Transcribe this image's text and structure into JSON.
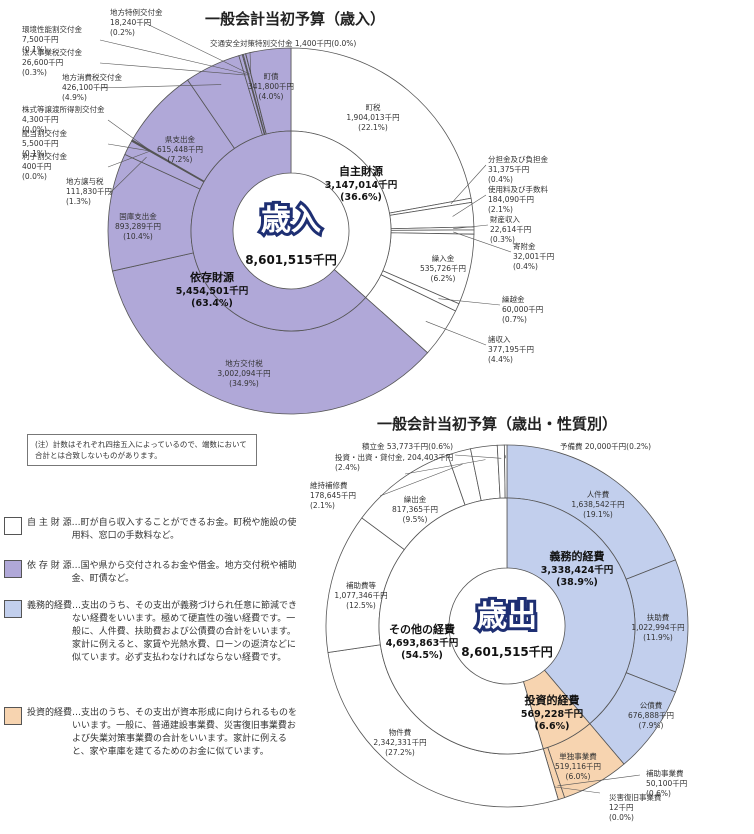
{
  "chart_data": [
    {
      "type": "pie",
      "title": "一般会計当初予算（歳入）",
      "center_label": "歳入",
      "total": "8,601,515千円",
      "groups": [
        {
          "name": "自主財源",
          "value": "3,147,014千円",
          "percent": "(36.6%)"
        },
        {
          "name": "依存財源",
          "value": "5,454,501千円",
          "percent": "(63.4%)"
        }
      ],
      "series": [
        {
          "name": "町税",
          "value": 1904013,
          "value_label": "1,904,013千円",
          "percent_label": "(22.1%)",
          "group": "自主財源"
        },
        {
          "name": "分担金及び負担金",
          "value": 31375,
          "value_label": "31,375千円",
          "percent_label": "(0.4%)",
          "group": "自主財源"
        },
        {
          "name": "使用料及び手数料",
          "value": 184090,
          "value_label": "184,090千円",
          "percent_label": "(2.1%)",
          "group": "自主財源"
        },
        {
          "name": "財産収入",
          "value": 22614,
          "value_label": "22,614千円",
          "percent_label": "(0.3%)",
          "group": "自主財源"
        },
        {
          "name": "寄附金",
          "value": 32001,
          "value_label": "32,001千円",
          "percent_label": "(0.4%)",
          "group": "自主財源"
        },
        {
          "name": "繰入金",
          "value": 535726,
          "value_label": "535,726千円",
          "percent_label": "(6.2%)",
          "group": "自主財源"
        },
        {
          "name": "繰越金",
          "value": 60000,
          "value_label": "60,000千円",
          "percent_label": "(0.7%)",
          "group": "自主財源"
        },
        {
          "name": "諸収入",
          "value": 377195,
          "value_label": "377,195千円",
          "percent_label": "(4.4%)",
          "group": "自主財源"
        },
        {
          "name": "地方交付税",
          "value": 3002094,
          "value_label": "3,002,094千円",
          "percent_label": "(34.9%)",
          "group": "依存財源"
        },
        {
          "name": "国庫支出金",
          "value": 893289,
          "value_label": "893,289千円",
          "percent_label": "(10.4%)",
          "group": "依存財源"
        },
        {
          "name": "地方譲与税",
          "value": 111830,
          "value_label": "111,830千円",
          "percent_label": "(1.3%)",
          "group": "依存財源"
        },
        {
          "name": "利子割交付金",
          "value": 400,
          "value_label": "400千円",
          "percent_label": "(0.0%)",
          "group": "依存財源"
        },
        {
          "name": "配当割交付金",
          "value": 5500,
          "value_label": "5,500千円",
          "percent_label": "(0.1%)",
          "group": "依存財源"
        },
        {
          "name": "株式等譲渡所得割交付金",
          "value": 4300,
          "value_label": "4,300千円",
          "percent_label": "(0.0%)",
          "group": "依存財源"
        },
        {
          "name": "県支出金",
          "value": 615448,
          "value_label": "615,448千円",
          "percent_label": "(7.2%)",
          "group": "依存財源"
        },
        {
          "name": "地方消費税交付金",
          "value": 426100,
          "value_label": "426,100千円",
          "percent_label": "(4.9%)",
          "group": "依存財源"
        },
        {
          "name": "法人事業税交付金",
          "value": 26600,
          "value_label": "26,600千円",
          "percent_label": "(0.3%)",
          "group": "依存財源"
        },
        {
          "name": "環境性能割交付金",
          "value": 7500,
          "value_label": "7,500千円",
          "percent_label": "(0.1%)",
          "group": "依存財源"
        },
        {
          "name": "地方特例交付金",
          "value": 18240,
          "value_label": "18,240千円",
          "percent_label": "(0.2%)",
          "group": "依存財源"
        },
        {
          "name": "交通安全対策特別交付金",
          "value": 1400,
          "value_label": "1,400千円",
          "percent_label": "(0.0%)",
          "group": "依存財源"
        },
        {
          "name": "町債",
          "value": 341800,
          "value_label": "341,800千円",
          "percent_label": "(4.0%)",
          "group": "依存財源"
        }
      ]
    },
    {
      "type": "pie",
      "title": "一般会計当初予算（歳出・性質別）",
      "center_label": "歳出",
      "total": "8,601,515千円",
      "groups": [
        {
          "name": "義務的経費",
          "value": "3,338,424千円",
          "percent": "(38.9%)"
        },
        {
          "name": "投資的経費",
          "value": "569,228千円",
          "percent": "(6.6%)"
        },
        {
          "name": "その他の経費",
          "value": "4,693,863千円",
          "percent": "(54.5%)"
        }
      ],
      "series": [
        {
          "name": "人件費",
          "value": 1638542,
          "value_label": "1,638,542千円",
          "percent_label": "(19.1%)",
          "group": "義務的経費"
        },
        {
          "name": "扶助費",
          "value": 1022994,
          "value_label": "1,022,994千円",
          "percent_label": "(11.9%)",
          "group": "義務的経費"
        },
        {
          "name": "公債費",
          "value": 676888,
          "value_label": "676,888千円",
          "percent_label": "(7.9%)",
          "group": "義務的経費"
        },
        {
          "name": "単独事業費",
          "value": 519116,
          "value_label": "519,116千円",
          "percent_label": "(6.0%)",
          "group": "投資的経費"
        },
        {
          "name": "補助事業費",
          "value": 50100,
          "value_label": "50,100千円",
          "percent_label": "(0.6%)",
          "group": "投資的経費"
        },
        {
          "name": "災害復旧事業費",
          "value": 12,
          "value_label": "12千円",
          "percent_label": "(0.0%)",
          "group": "投資的経費"
        },
        {
          "name": "物件費",
          "value": 2342331,
          "value_label": "2,342,331千円",
          "percent_label": "(27.2%)",
          "group": "その他の経費"
        },
        {
          "name": "補助費等",
          "value": 1077346,
          "value_label": "1,077,346千円",
          "percent_label": "(12.5%)",
          "group": "その他の経費"
        },
        {
          "name": "繰出金",
          "value": 817365,
          "value_label": "817,365千円",
          "percent_label": "(9.5%)",
          "group": "その他の経費"
        },
        {
          "name": "維持補修費",
          "value": 178645,
          "value_label": "178,645千円",
          "percent_label": "(2.1%)",
          "group": "その他の経費"
        },
        {
          "name": "投資・出資・貸付金",
          "value": 204403,
          "value_label": "204,403千円",
          "percent_label": "(2.4%)",
          "group": "その他の経費"
        },
        {
          "name": "積立金",
          "value": 53773,
          "value_label": "53,773千円",
          "percent_label": "(0.6%)",
          "group": "その他の経費"
        },
        {
          "name": "予備費",
          "value": 20000,
          "value_label": "20,000千円",
          "percent_label": "(0.2%)",
          "group": "その他の経費"
        }
      ]
    }
  ],
  "colors": {
    "own_revenue": "#ffffff",
    "dependent_revenue": "#b0a8d8",
    "mandatory": "#c2cfed",
    "investment": "#f7d4b0",
    "other": "#ffffff",
    "stroke": "#555555",
    "center_text": "#1e2f73"
  },
  "note": "(注）計数はそれぞれ四捨五入によっているので、端数において合計とは合致しないものがあります。",
  "legend": [
    {
      "name": "自 主 財 源",
      "desc": "…町が自ら収入することができるお金。町税や施設の使用料、窓口の手数料など。",
      "color": "#ffffff"
    },
    {
      "name": "依 存 財 源",
      "desc": "…国や県から交付されるお金や借金。地方交付税や補助金、町債など。",
      "color": "#b0a8d8"
    },
    {
      "name": "義務的経費",
      "desc": "…支出のうち、その支出が義務づけられ任意に節減できない経費をいいます。極めて硬直性の強い経費です。一般に、人件費、扶助費および公債費の合計をいいます。家計に例えると、家賃や光熱水費、ローンの返済などに似ています。必ず支払わなければならない経費です。",
      "color": "#c2cfed"
    },
    {
      "name": "投資的経費",
      "desc": "…支出のうち、その支出が資本形成に向けられるものをいいます。一般に、普通建設事業費、災害復旧事業費および失業対策事業費の合計をいいます。家計に例えると、家や車庫を建てるためのお金に似ています。",
      "color": "#f7d4b0"
    }
  ]
}
